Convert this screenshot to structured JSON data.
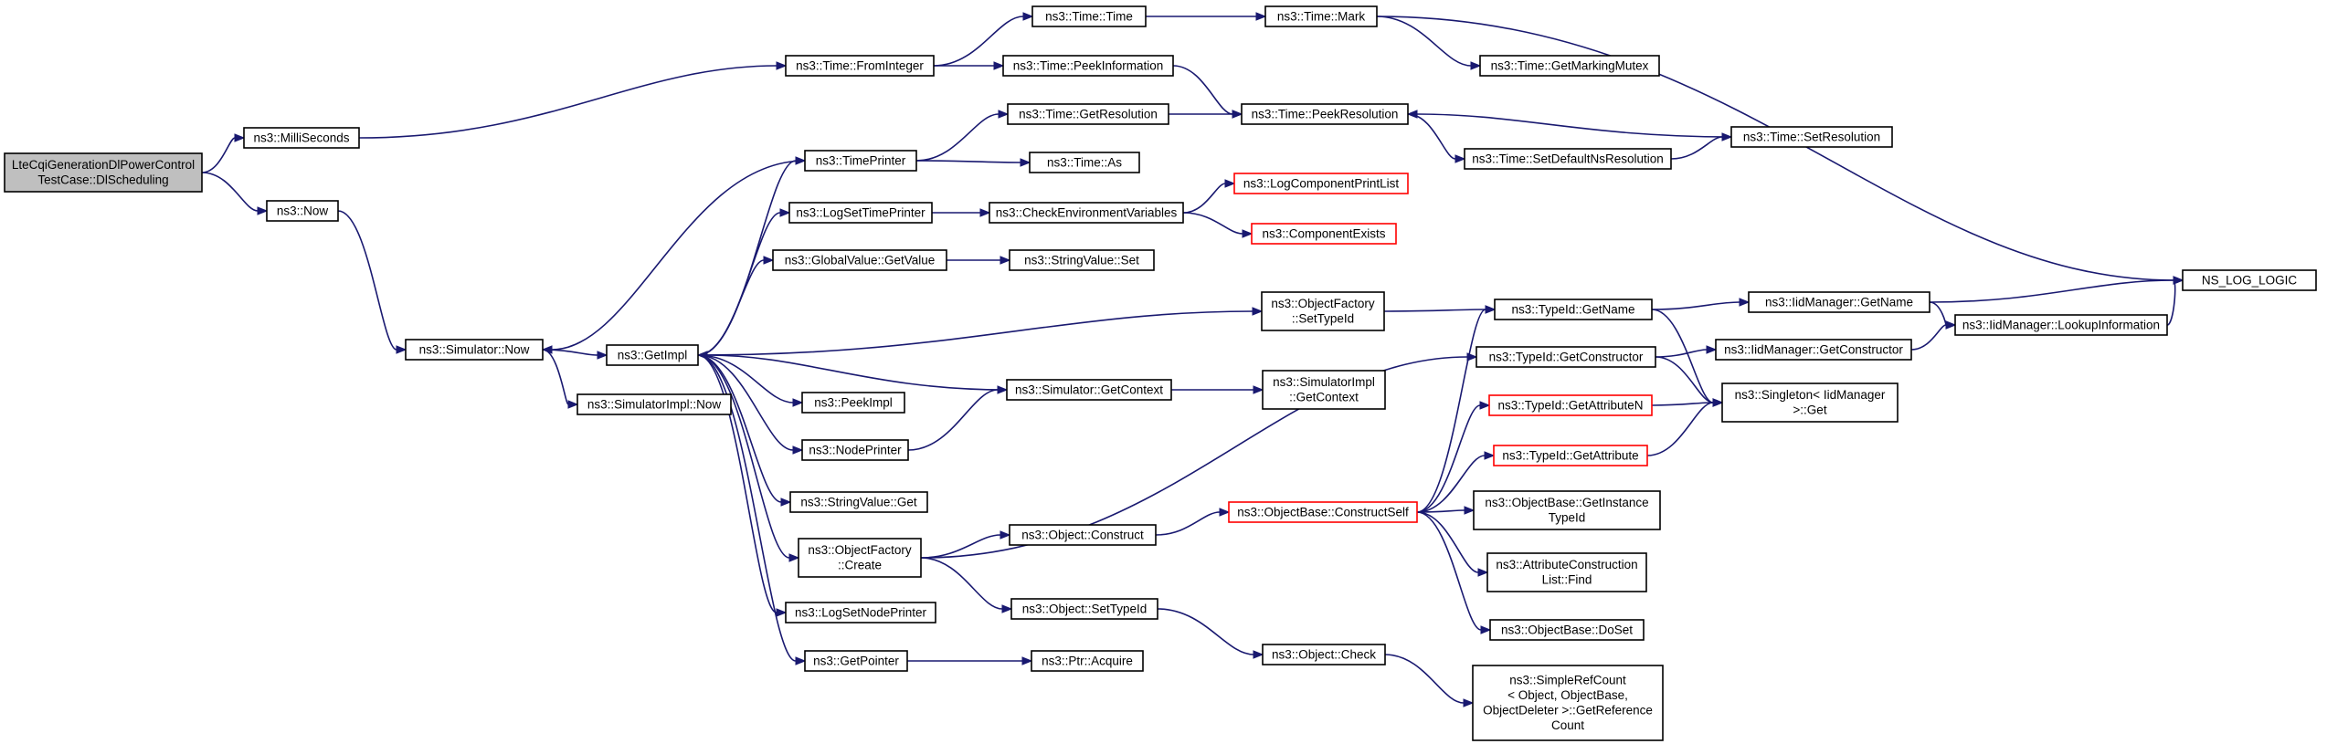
{
  "diagram": {
    "type": "call-graph",
    "colors": {
      "edge": "#191970",
      "root_fill": "#bfbfbf",
      "truncated_border": "#ff0000",
      "node_border": "#000000"
    },
    "nodes": [
      {
        "id": "root",
        "lines": [
          "LteCqiGenerationDlPowerControl",
          "TestCase::DlScheduling"
        ],
        "root": true
      },
      {
        "id": "milliseconds",
        "lines": [
          "ns3::MilliSeconds"
        ]
      },
      {
        "id": "now",
        "lines": [
          "ns3::Now"
        ]
      },
      {
        "id": "fromInteger",
        "lines": [
          "ns3::Time::FromInteger"
        ]
      },
      {
        "id": "timeTime",
        "lines": [
          "ns3::Time::Time"
        ]
      },
      {
        "id": "peekInformation",
        "lines": [
          "ns3::Time::PeekInformation"
        ]
      },
      {
        "id": "timeMark",
        "lines": [
          "ns3::Time::Mark"
        ]
      },
      {
        "id": "getMarkingMutex",
        "lines": [
          "ns3::Time::GetMarkingMutex"
        ]
      },
      {
        "id": "nsLogLogic",
        "lines": [
          "NS_LOG_LOGIC"
        ]
      },
      {
        "id": "simNow",
        "lines": [
          "ns3::Simulator::Now"
        ]
      },
      {
        "id": "getImpl",
        "lines": [
          "ns3::GetImpl"
        ]
      },
      {
        "id": "simImplNow",
        "lines": [
          "ns3::SimulatorImpl::Now"
        ]
      },
      {
        "id": "timePrinter",
        "lines": [
          "ns3::TimePrinter"
        ]
      },
      {
        "id": "getResolution",
        "lines": [
          "ns3::Time::GetResolution"
        ]
      },
      {
        "id": "timeAs",
        "lines": [
          "ns3::Time::As"
        ]
      },
      {
        "id": "peekResolution",
        "lines": [
          "ns3::Time::PeekResolution"
        ]
      },
      {
        "id": "setDefaultNsRes",
        "lines": [
          "ns3::Time::SetDefaultNsResolution"
        ]
      },
      {
        "id": "setResolution",
        "lines": [
          "ns3::Time::SetResolution"
        ]
      },
      {
        "id": "logSetTimePrinter",
        "lines": [
          "ns3::LogSetTimePrinter"
        ]
      },
      {
        "id": "checkEnvVars",
        "lines": [
          "ns3::CheckEnvironmentVariables"
        ]
      },
      {
        "id": "logCompPrintList",
        "lines": [
          "ns3::LogComponentPrintList"
        ],
        "truncated": true
      },
      {
        "id": "componentExists",
        "lines": [
          "ns3::ComponentExists"
        ],
        "truncated": true
      },
      {
        "id": "globalValueGetValue",
        "lines": [
          "ns3::GlobalValue::GetValue"
        ]
      },
      {
        "id": "stringValueSet",
        "lines": [
          "ns3::StringValue::Set"
        ]
      },
      {
        "id": "objFactorySetTypeId",
        "lines": [
          "ns3::ObjectFactory",
          "::SetTypeId"
        ]
      },
      {
        "id": "typeIdGetName",
        "lines": [
          "ns3::TypeId::GetName"
        ]
      },
      {
        "id": "iidGetName",
        "lines": [
          "ns3::IidManager::GetName"
        ]
      },
      {
        "id": "iidLookup",
        "lines": [
          "ns3::IidManager::LookupInformation"
        ]
      },
      {
        "id": "typeIdGetConstructor",
        "lines": [
          "ns3::TypeId::GetConstructor"
        ]
      },
      {
        "id": "iidGetConstructor",
        "lines": [
          "ns3::IidManager::GetConstructor"
        ]
      },
      {
        "id": "simGetContext",
        "lines": [
          "ns3::Simulator::GetContext"
        ]
      },
      {
        "id": "simImplGetContext",
        "lines": [
          "ns3::SimulatorImpl",
          "::GetContext"
        ]
      },
      {
        "id": "singletonGet",
        "lines": [
          "ns3::Singleton< IidManager",
          ">::Get"
        ]
      },
      {
        "id": "typeIdGetAttrN",
        "lines": [
          "ns3::TypeId::GetAttributeN"
        ],
        "truncated": true
      },
      {
        "id": "peekImpl",
        "lines": [
          "ns3::PeekImpl"
        ]
      },
      {
        "id": "nodePrinter",
        "lines": [
          "ns3::NodePrinter"
        ]
      },
      {
        "id": "typeIdGetAttr",
        "lines": [
          "ns3::TypeId::GetAttribute"
        ],
        "truncated": true
      },
      {
        "id": "stringValueGet",
        "lines": [
          "ns3::StringValue::Get"
        ]
      },
      {
        "id": "objectConstructSelf",
        "lines": [
          "ns3::ObjectBase::ConstructSelf"
        ],
        "truncated": true
      },
      {
        "id": "objBaseGetInstTypeId",
        "lines": [
          "ns3::ObjectBase::GetInstance",
          "TypeId"
        ]
      },
      {
        "id": "objFactoryCreate",
        "lines": [
          "ns3::ObjectFactory",
          "::Create"
        ]
      },
      {
        "id": "objectConstruct",
        "lines": [
          "ns3::Object::Construct"
        ]
      },
      {
        "id": "attrConstrListFind",
        "lines": [
          "ns3::AttributeConstruction",
          "List::Find"
        ]
      },
      {
        "id": "logSetNodePrinter",
        "lines": [
          "ns3::LogSetNodePrinter"
        ]
      },
      {
        "id": "objectSetTypeId",
        "lines": [
          "ns3::Object::SetTypeId"
        ]
      },
      {
        "id": "objBaseDoSet",
        "lines": [
          "ns3::ObjectBase::DoSet"
        ]
      },
      {
        "id": "getPointer",
        "lines": [
          "ns3::GetPointer"
        ]
      },
      {
        "id": "ptrAcquire",
        "lines": [
          "ns3::Ptr::Acquire"
        ]
      },
      {
        "id": "objectCheck",
        "lines": [
          "ns3::Object::Check"
        ]
      },
      {
        "id": "simpleRefCount",
        "lines": [
          "ns3::SimpleRefCount",
          "< Object, ObjectBase,",
          "ObjectDeleter >::GetReference",
          "Count"
        ]
      }
    ],
    "edges": [
      [
        "root",
        "milliseconds"
      ],
      [
        "root",
        "now"
      ],
      [
        "milliseconds",
        "fromInteger"
      ],
      [
        "now",
        "simNow"
      ],
      [
        "fromInteger",
        "timeTime"
      ],
      [
        "fromInteger",
        "peekInformation"
      ],
      [
        "timeTime",
        "timeMark"
      ],
      [
        "timeMark",
        "getMarkingMutex"
      ],
      [
        "timeMark",
        "nsLogLogic"
      ],
      [
        "peekInformation",
        "peekResolution"
      ],
      [
        "simNow",
        "getImpl"
      ],
      [
        "simNow",
        "simImplNow"
      ],
      [
        "getImpl",
        "timePrinter"
      ],
      [
        "getImpl",
        "logSetTimePrinter"
      ],
      [
        "getImpl",
        "globalValueGetValue"
      ],
      [
        "getImpl",
        "objFactorySetTypeId"
      ],
      [
        "getImpl",
        "peekImpl"
      ],
      [
        "getImpl",
        "nodePrinter"
      ],
      [
        "getImpl",
        "stringValueGet"
      ],
      [
        "getImpl",
        "objFactoryCreate"
      ],
      [
        "getImpl",
        "logSetNodePrinter"
      ],
      [
        "getImpl",
        "getPointer"
      ],
      [
        "timePrinter",
        "simNow"
      ],
      [
        "timePrinter",
        "getResolution"
      ],
      [
        "timePrinter",
        "timeAs"
      ],
      [
        "getResolution",
        "peekResolution"
      ],
      [
        "peekResolution",
        "setDefaultNsRes"
      ],
      [
        "setDefaultNsRes",
        "setResolution"
      ],
      [
        "setResolution",
        "peekResolution"
      ],
      [
        "logSetTimePrinter",
        "checkEnvVars"
      ],
      [
        "checkEnvVars",
        "logCompPrintList"
      ],
      [
        "checkEnvVars",
        "componentExists"
      ],
      [
        "globalValueGetValue",
        "stringValueSet"
      ],
      [
        "objFactorySetTypeId",
        "typeIdGetName"
      ],
      [
        "typeIdGetName",
        "iidGetName"
      ],
      [
        "typeIdGetName",
        "singletonGet"
      ],
      [
        "iidGetName",
        "nsLogLogic"
      ],
      [
        "iidGetName",
        "iidLookup"
      ],
      [
        "iidLookup",
        "nsLogLogic"
      ],
      [
        "typeIdGetConstructor",
        "iidGetConstructor"
      ],
      [
        "typeIdGetConstructor",
        "singletonGet"
      ],
      [
        "iidGetConstructor",
        "iidLookup"
      ],
      [
        "simGetContext",
        "getImpl"
      ],
      [
        "simGetContext",
        "simImplGetContext"
      ],
      [
        "nodePrinter",
        "simGetContext"
      ],
      [
        "typeIdGetAttrN",
        "singletonGet"
      ],
      [
        "typeIdGetAttr",
        "singletonGet"
      ],
      [
        "objFactoryCreate",
        "typeIdGetConstructor"
      ],
      [
        "objFactoryCreate",
        "objectConstruct"
      ],
      [
        "objFactoryCreate",
        "objectSetTypeId"
      ],
      [
        "objectConstruct",
        "objectConstructSelf"
      ],
      [
        "objectConstructSelf",
        "typeIdGetName"
      ],
      [
        "objectConstructSelf",
        "typeIdGetAttrN"
      ],
      [
        "objectConstructSelf",
        "typeIdGetAttr"
      ],
      [
        "objectConstructSelf",
        "objBaseGetInstTypeId"
      ],
      [
        "objectConstructSelf",
        "attrConstrListFind"
      ],
      [
        "objectConstructSelf",
        "objBaseDoSet"
      ],
      [
        "objectSetTypeId",
        "objectCheck"
      ],
      [
        "objectCheck",
        "simpleRefCount"
      ],
      [
        "getPointer",
        "ptrAcquire"
      ]
    ]
  }
}
